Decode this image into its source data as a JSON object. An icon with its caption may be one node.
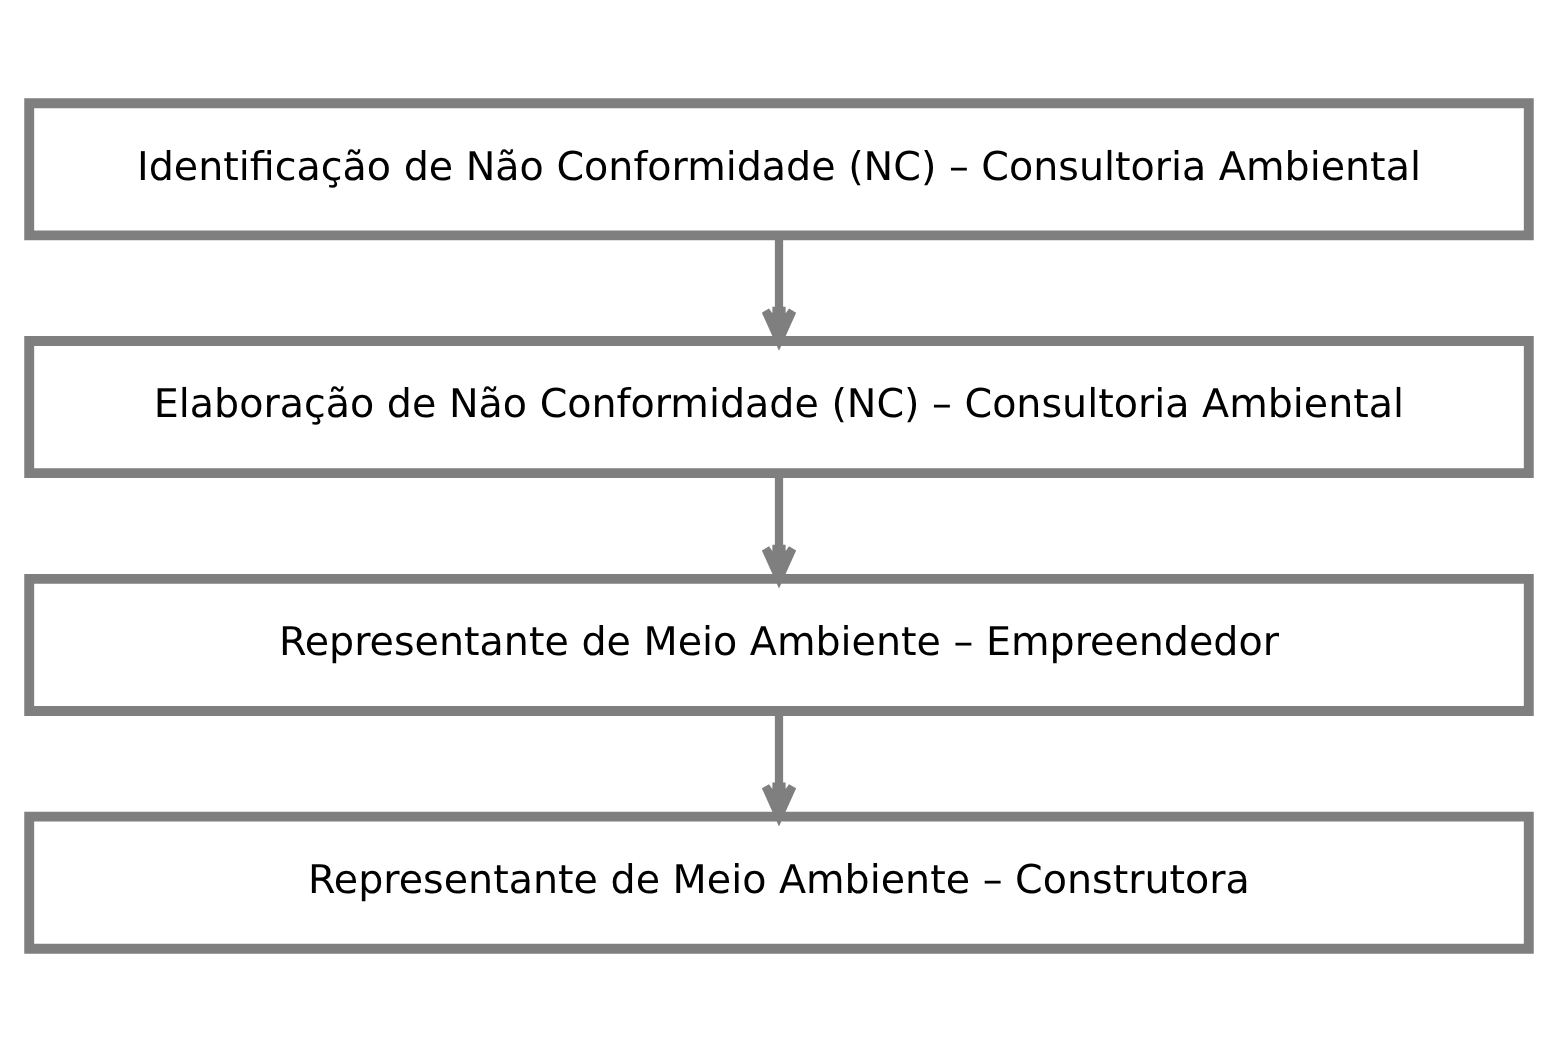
{
  "diagram": {
    "nodes": [
      {
        "text": [
          "Identificação de Não Conformidade (NC) – Consultoria Ambiental"
        ]
      },
      {
        "text": [
          "Elaboração de Não Conformidade (NC) – Consultoria Ambiental"
        ]
      },
      {
        "text": [
          "Representante de Meio Ambiente – Empreendedor"
        ]
      },
      {
        "text": [
          "Representante de Meio Ambiente – Construtora"
        ]
      }
    ],
    "edges": [
      {
        "from": 0,
        "to": 1,
        "arrow": "to"
      },
      {
        "from": 1,
        "to": 2,
        "arrow": "to"
      },
      {
        "from": 2,
        "to": 3,
        "arrow": "to"
      }
    ]
  }
}
